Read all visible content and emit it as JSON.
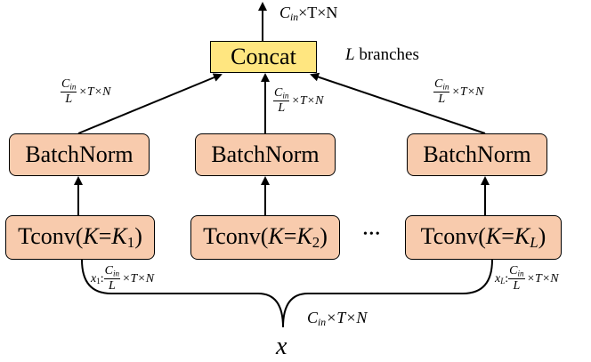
{
  "concat": {
    "label": "Concat"
  },
  "branches_label": {
    "var": "L",
    "text": " branches"
  },
  "output_label": {
    "c": "C",
    "sub": "in",
    "rest": "×T×N"
  },
  "branch_labels": [
    {
      "num_c": "C",
      "num_sub": "in",
      "den": "L",
      "rest": "×T×N"
    },
    {
      "num_c": "C",
      "num_sub": "in",
      "den": "L",
      "rest": "×T×N"
    },
    {
      "num_c": "C",
      "num_sub": "in",
      "den": "L",
      "rest": "×T×N"
    }
  ],
  "batchnorm": {
    "label": "BatchNorm"
  },
  "tconv": [
    {
      "prefix": "Tconv(",
      "k": "K",
      "eq": "=",
      "kk": "K",
      "sub": "1",
      "suffix": ")"
    },
    {
      "prefix": "Tconv(",
      "k": "K",
      "eq": "=",
      "kk": "K",
      "sub": "2",
      "suffix": ")"
    },
    {
      "prefix": "Tconv(",
      "k": "K",
      "eq": "=",
      "kk": "K",
      "sub": "L",
      "suffix": ")"
    }
  ],
  "ellipsis": "•••",
  "split_labels": [
    {
      "x": "x",
      "sub": "1",
      "colon": ":",
      "num_c": "C",
      "num_sub": "in",
      "den": "L",
      "rest": "×T×N"
    },
    {
      "x": "x",
      "sub": "L",
      "colon": ":",
      "num_c": "C",
      "num_sub": "in",
      "den": "L",
      "rest": "×T×N"
    }
  ],
  "input_shape": {
    "c": "C",
    "sub": "in",
    "rest": "×T×N"
  },
  "input_var": "x"
}
